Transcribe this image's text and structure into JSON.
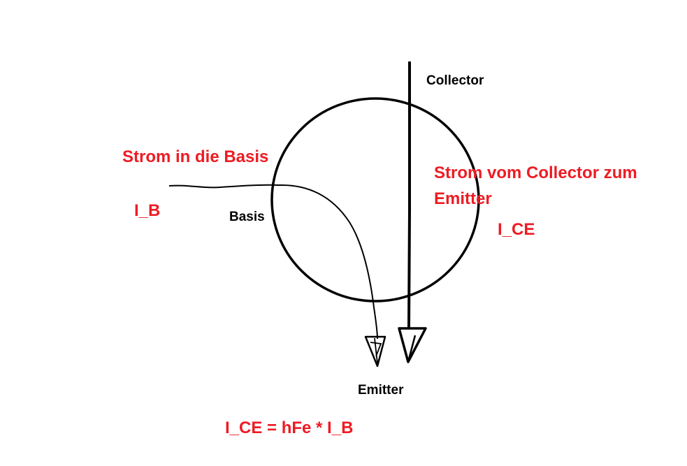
{
  "labels": {
    "collector": "Collector",
    "basis": "Basis",
    "emitter": "Emitter",
    "strom_basis": "Strom in die Basis",
    "i_b": "I_B",
    "strom_ce_line1": "Strom vom Collector zum",
    "strom_ce_line2": "Emitter",
    "i_ce": "I_CE",
    "formula": "I_CE = hFe * I_B"
  },
  "colors": {
    "annotation": "#ed1c24",
    "stroke": "#000000"
  }
}
